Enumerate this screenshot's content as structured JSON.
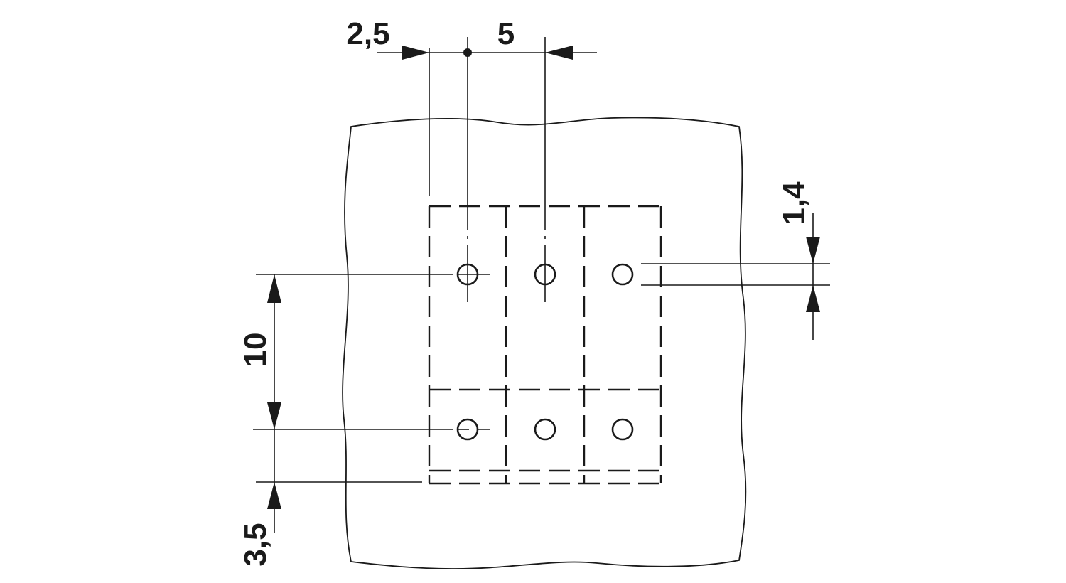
{
  "dimensions": {
    "offset_label": "2,5",
    "pitch_label": "5",
    "hole_diameter_label": "1,4",
    "row_spacing_label": "10",
    "edge_offset_label": "3,5"
  },
  "layout": {
    "columns": 3,
    "rows": 2,
    "hole_count": 6
  },
  "colors": {
    "line": "#1a1a1a",
    "background": "#ffffff"
  }
}
